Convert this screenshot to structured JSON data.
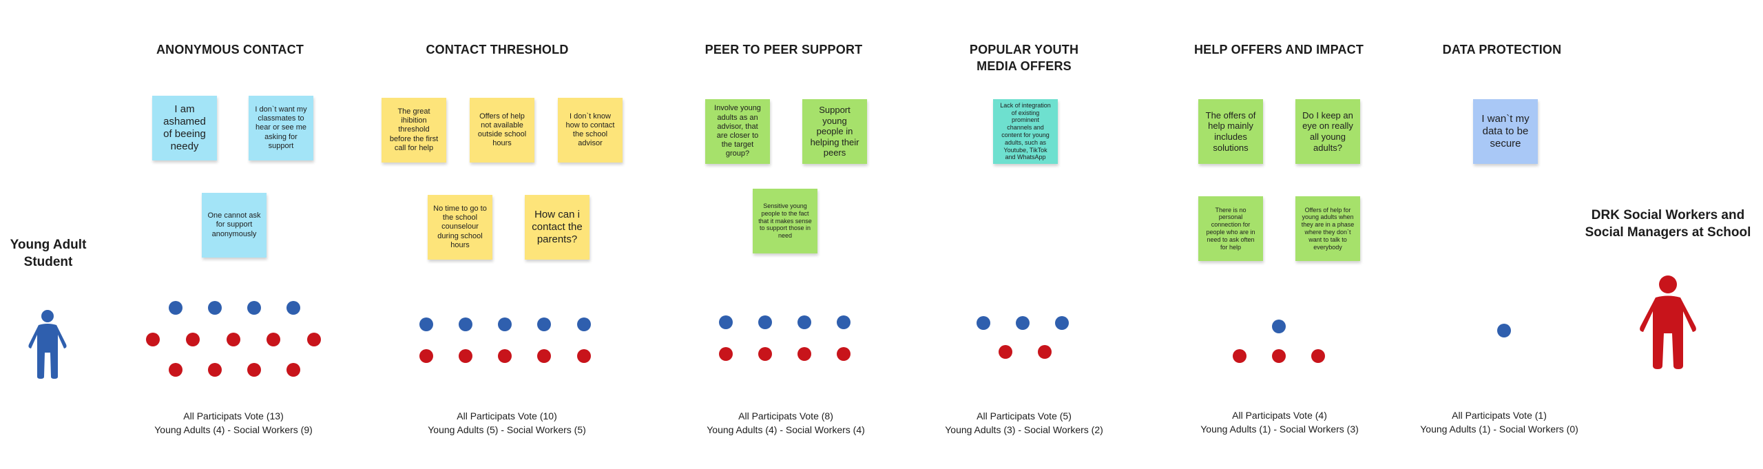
{
  "left_actor": {
    "label_line1": "Young Adult",
    "label_line2": "Student",
    "icon": "person-icon",
    "color": "#2f5fae"
  },
  "right_actor": {
    "label_line1": "DRK Social Workers and",
    "label_line2": "Social Managers at School",
    "icon": "person-icon",
    "color": "#c8141b"
  },
  "categories": [
    {
      "title": "ANONYMOUS CONTACT",
      "notes": [
        "I am ashamed of beeing needy",
        "I don`t want my classmates to hear or see me asking for support",
        "One cannot ask for support anonymously"
      ],
      "votes_line1": "All Participats Vote (13)",
      "votes_line2": "Young Adults (4) - Social Workers (9)",
      "young_adults": 4,
      "social_workers": 9
    },
    {
      "title": "CONTACT THRESHOLD",
      "notes": [
        "The great ihibition threshold before the first call for help",
        "Offers of help not available outside school hours",
        "I don`t know how to contact the school advisor",
        "No time to go to the school counselour during school hours",
        "How can i contact the parents?"
      ],
      "votes_line1": "All Participats Vote (10)",
      "votes_line2": "Young Adults (5) - Social Workers (5)",
      "young_adults": 5,
      "social_workers": 5
    },
    {
      "title": "PEER TO PEER SUPPORT",
      "notes": [
        "Involve young adults as an advisor, that are closer to the target group?",
        "Support young people in helping their peers",
        "Sensitive young people to the fact that it makes sense to support those in need"
      ],
      "votes_line1": "All Participats Vote (8)",
      "votes_line2": "Young Adults (4) - Social Workers (4)",
      "young_adults": 4,
      "social_workers": 4
    },
    {
      "title": "POPULAR YOUTH\nMEDIA OFFERS",
      "notes": [
        "Lack of integration of existing prominent channels and content for young adults, such as Youtube, TikTok and WhatsApp"
      ],
      "votes_line1": "All Participats Vote (5)",
      "votes_line2": "Young Adults (3) - Social Workers (2)",
      "young_adults": 3,
      "social_workers": 2
    },
    {
      "title": "HELP OFFERS AND IMPACT",
      "notes": [
        "The offers of help mainly includes solutions",
        "Do I keep an eye on really all young adults?",
        "There is no personal connection for people who are in need to ask often for help",
        "Offers of help for young adults when they are in a phase where they don`t want to talk to everybody"
      ],
      "votes_line1": "All Participats Vote (4)",
      "votes_line2": "Young Adults (1) - Social Workers (3)",
      "young_adults": 1,
      "social_workers": 3
    },
    {
      "title": "DATA PROTECTION",
      "notes": [
        "I wan`t my data to be secure"
      ],
      "votes_line1": "All Participats Vote (1)",
      "votes_line2": "Young Adults (1) - Social Workers (0)",
      "young_adults": 1,
      "social_workers": 0
    }
  ],
  "colors": {
    "young_adult_dot": "#2f5fae",
    "social_worker_dot": "#c8141b",
    "note_yellow": "#fde47a",
    "note_blue": "#a3e4f7",
    "note_green": "#a6e16b",
    "note_teal": "#6ee0cf",
    "note_lavender": "#a9c8f6"
  }
}
